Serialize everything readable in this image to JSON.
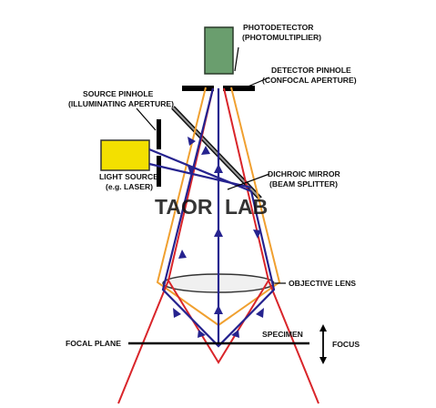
{
  "labels": {
    "photodetector": [
      "PHOTODETECTOR",
      "(PHOTOMULTIPLIER)"
    ],
    "detector_pinhole": [
      "DETECTOR PINHOLE",
      "(CONFOCAL APERTURE)"
    ],
    "source_pinhole": [
      "SOURCE PINHOLE",
      "(ILLUMINATING APERTURE)"
    ],
    "light_source": [
      "LIGHT SOURCE",
      "(e.g. LASER)"
    ],
    "dichroic_mirror": [
      "DICHROIC MIRROR",
      "(BEAM SPLITTER)"
    ],
    "objective_lens": "OBJECTIVE LENS",
    "specimen": "SPECIMEN",
    "focal_plane": "FOCAL PLANE",
    "focus": "FOCUS"
  },
  "watermark": {
    "part1": "TAOR",
    "part2": "LAB"
  },
  "colors": {
    "photodetector_fill": "#6a9e6e",
    "light_source_fill": "#f3e000",
    "laser_beam": "#26238f",
    "in_focus_light": "#d9252a",
    "out_of_focus_light": "#f0a030",
    "lens_fill": "#f0f0f0",
    "watermark_blue": "#6f8fc8",
    "watermark_red": "#e85a4f"
  }
}
